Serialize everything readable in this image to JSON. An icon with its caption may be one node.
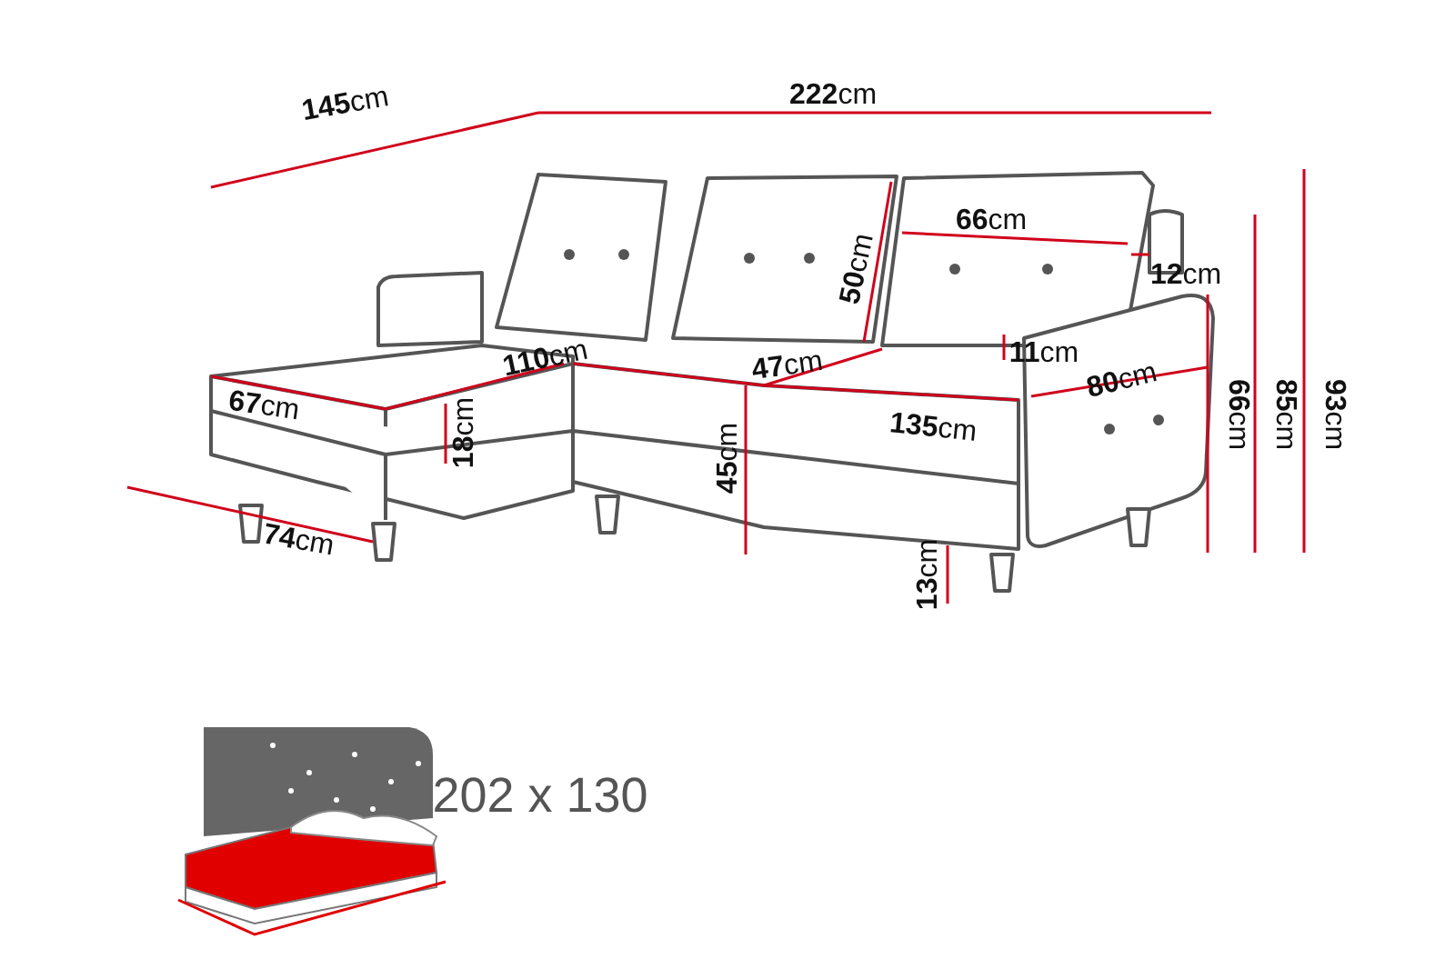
{
  "diagram": {
    "labels": [
      "**145**cm",
      "**222**cm",
      "**66**cm",
      "**12**cm",
      "**50**cm",
      "**110**cm",
      "**47**cm",
      "**11**cm",
      "**80**cm",
      "**67**cm",
      "**18**cm",
      "**45**cm",
      "**135**cm",
      "**66**cm",
      "**85**cm",
      "**93**cm",
      "**74**cm",
      "**13**cm",
      "202 x 130"
    ]
  }
}
